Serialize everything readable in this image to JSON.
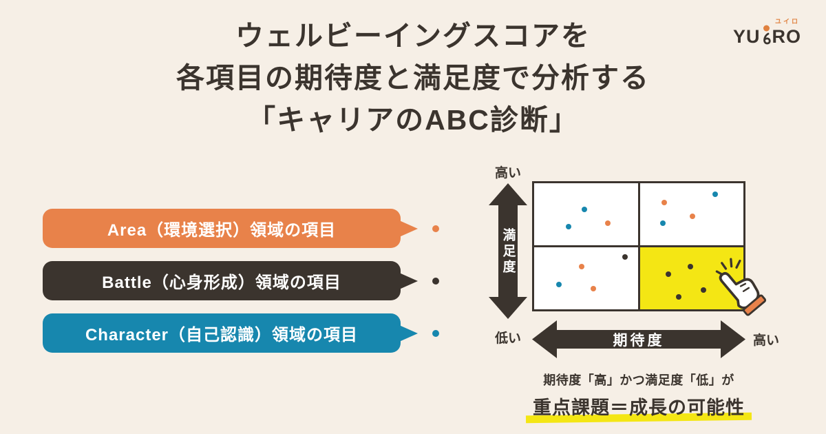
{
  "page": {
    "background": "#f6efe6",
    "ink": "#3b342e"
  },
  "title": {
    "line1": "ウェルビーイングスコアを",
    "line2": "各項目の期待度と満足度で分析する",
    "line3": "「キャリアのABC診断」"
  },
  "logo": {
    "text_left": "YU",
    "text_right": "RO",
    "ruby": "ユイロ",
    "dot_color": "#e0813f"
  },
  "legend": {
    "items": [
      {
        "label": "Area（環境選択）領域の項目",
        "color": "#e8824a"
      },
      {
        "label": "Battle（心身形成）領域の項目",
        "color": "#3b342e"
      },
      {
        "label": "Character（自己認識）領域の項目",
        "color": "#1787ae"
      }
    ]
  },
  "chart_data": {
    "type": "scatter-quadrant",
    "x_axis": {
      "label": "期待度",
      "left_label": "低い",
      "right_label": "高い"
    },
    "y_axis": {
      "label": "満足度",
      "top_label": "高い",
      "bottom_label": "低い"
    },
    "highlight_quadrant": "bottom-right",
    "highlight_color": "#f4e614",
    "colors": {
      "orange": "#e8824a",
      "black": "#3b342e",
      "blue": "#1787ae"
    },
    "points": [
      {
        "x_pct": 23.9,
        "y_pct": 20.6,
        "color": "blue"
      },
      {
        "x_pct": 16.5,
        "y_pct": 34.4,
        "color": "blue"
      },
      {
        "x_pct": 35.2,
        "y_pct": 31.7,
        "color": "orange"
      },
      {
        "x_pct": 86.5,
        "y_pct": 9.0,
        "color": "blue"
      },
      {
        "x_pct": 62.3,
        "y_pct": 15.3,
        "color": "orange"
      },
      {
        "x_pct": 75.5,
        "y_pct": 26.5,
        "color": "orange"
      },
      {
        "x_pct": 61.6,
        "y_pct": 31.7,
        "color": "blue"
      },
      {
        "x_pct": 43.5,
        "y_pct": 58.7,
        "color": "black"
      },
      {
        "x_pct": 22.6,
        "y_pct": 66.1,
        "color": "orange"
      },
      {
        "x_pct": 11.9,
        "y_pct": 80.4,
        "color": "blue"
      },
      {
        "x_pct": 28.4,
        "y_pct": 83.6,
        "color": "orange"
      },
      {
        "x_pct": 64.2,
        "y_pct": 72.0,
        "color": "black"
      },
      {
        "x_pct": 74.8,
        "y_pct": 66.1,
        "color": "black"
      },
      {
        "x_pct": 81.0,
        "y_pct": 84.7,
        "color": "black"
      },
      {
        "x_pct": 69.0,
        "y_pct": 89.9,
        "color": "black"
      }
    ]
  },
  "caption": {
    "line1": "期待度「高」かつ満足度「低」が",
    "line2": "重点課題＝成長の可能性",
    "marker_color": "#f4e614"
  }
}
